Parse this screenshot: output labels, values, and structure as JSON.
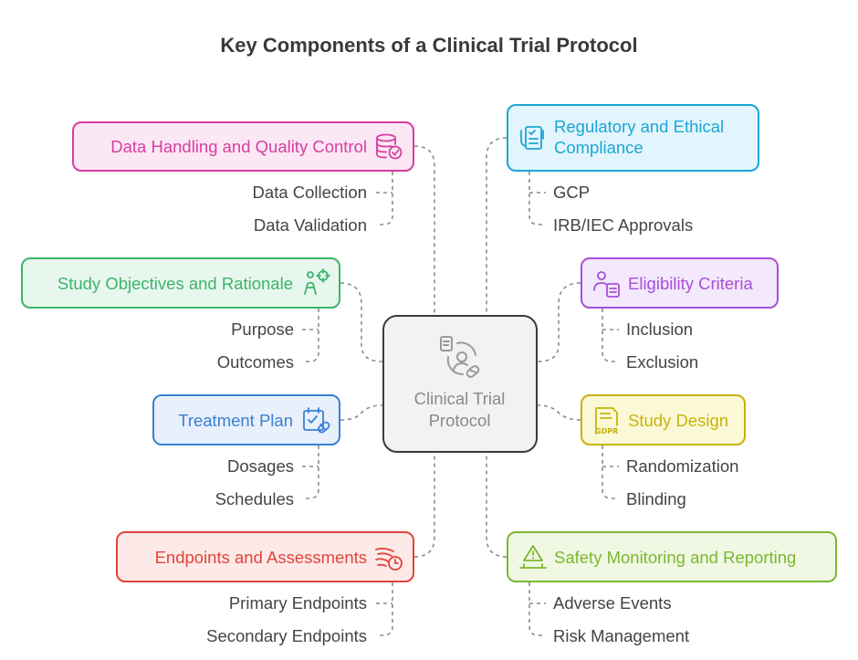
{
  "title": "Key Components of a Clinical Trial Protocol",
  "center": {
    "label": "Clinical Trial\nProtocol",
    "icon": "document-person-pill-icon"
  },
  "branches": [
    {
      "label": "Data Handling and Quality Control",
      "icon": "database-check-icon",
      "color": "#d63ea1",
      "fill": "#fce7f5",
      "items": [
        "Data Collection",
        "Data Validation"
      ]
    },
    {
      "label": "Regulatory and Ethical Compliance",
      "icon": "document-check-hand-icon",
      "color": "#1aa6d6",
      "fill": "#e3f5fc",
      "items": [
        "GCP",
        "IRB/IEC Approvals"
      ]
    },
    {
      "label": "Study Objectives and Rationale",
      "icon": "person-target-icon",
      "color": "#3cb46a",
      "fill": "#e8f7ee",
      "items": [
        "Purpose",
        "Outcomes"
      ]
    },
    {
      "label": "Eligibility Criteria",
      "icon": "person-checklist-icon",
      "color": "#a64fd8",
      "fill": "#f4e8fc",
      "items": [
        "Inclusion",
        "Exclusion"
      ]
    },
    {
      "label": "Treatment Plan",
      "icon": "calendar-pill-icon",
      "color": "#3b7fd4",
      "fill": "#e7f0fb",
      "items": [
        "Dosages",
        "Schedules"
      ]
    },
    {
      "label": "Study Design",
      "icon": "gdpr-document-icon",
      "color": "#c6b40a",
      "fill": "#fbf8d6",
      "items": [
        "Randomization",
        "Blinding"
      ]
    },
    {
      "label": "Endpoints and Assessments",
      "icon": "speed-clock-icon",
      "color": "#e0453a",
      "fill": "#fde9e8",
      "items": [
        "Primary Endpoints",
        "Secondary Endpoints"
      ]
    },
    {
      "label": "Safety Monitoring and Reporting",
      "icon": "warning-monitor-icon",
      "color": "#7db72f",
      "fill": "#f0f8e4",
      "items": [
        "Adverse Events",
        "Risk Management"
      ]
    }
  ]
}
